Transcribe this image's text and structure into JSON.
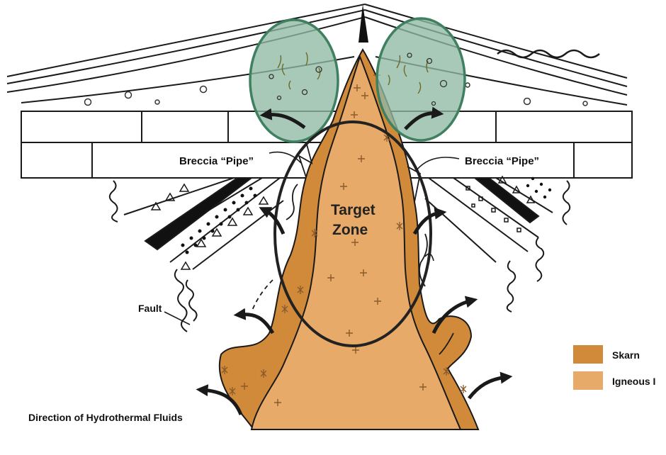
{
  "labels": {
    "breccia_left": "Breccia “Pipe”",
    "breccia_right": "Breccia “Pipe”",
    "target_line1": "Target",
    "target_line2": "Zone",
    "fault": "Fault",
    "hydrothermal": "Direction of Hydrothermal Fluids"
  },
  "legend": {
    "items": [
      {
        "label": "Skarn",
        "color": "#d08a3a"
      },
      {
        "label": "Igneous I",
        "color": "#e8aa68"
      }
    ]
  },
  "colors": {
    "skarn": "#d08a3a",
    "igneous": "#e8aa68",
    "breccia_fill": "#8fb9a4",
    "breccia_stroke": "#3f8060",
    "outline": "#1a1a1a"
  }
}
